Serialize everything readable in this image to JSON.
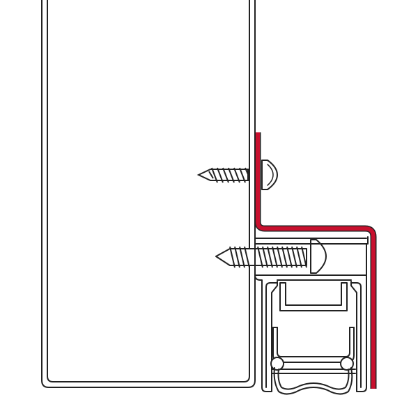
{
  "colors": {
    "line": "#222222",
    "background": "#ffffff",
    "seal_channel_highlight": "#c8102e"
  },
  "parts": {
    "door_leaf": "door-panel",
    "angle_bracket": "red-angle-bracket",
    "upper_screw": "pan-head-screw",
    "lower_screw": "long-screw",
    "profile": "aluminium-threshold-profile",
    "seal": "bulb-seal"
  }
}
